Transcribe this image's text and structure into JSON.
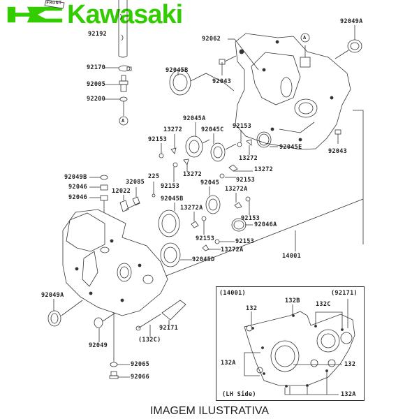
{
  "brand": {
    "name": "Kawasaki",
    "color": "#33cc00",
    "logo_icon": "kawasaki-river-mark-icon"
  },
  "caption": "IMAGEM ILUSTRATIVA",
  "front_marker": "FRONT",
  "ref_marks": {
    "a_top": "A",
    "a_left": "A"
  },
  "parts": {
    "p92192": "92192",
    "p92170": "92170",
    "p92005": "92005",
    "p92200": "92200",
    "p92062": "92062",
    "p92049A_top": "92049A",
    "p92043_left": "92043",
    "p92043_right": "92043",
    "p92045B_top": "92045B",
    "p92045A": "92045A",
    "p92045C": "92045C",
    "p92153_a": "92153",
    "p13272_a": "13272",
    "p92153_b": "92153",
    "p92045E": "92045E",
    "p13272_b": "13272",
    "p13272_c": "13272",
    "p13272_d": "13272",
    "p92153_c": "92153",
    "p92153_d": "92153",
    "p92049B": "92049B",
    "p92046_a": "92046",
    "p92046_b": "92046",
    "p32085": "32085",
    "p225": "225",
    "p12022": "12022",
    "p92045": "92045",
    "p13272A_a": "13272A",
    "p92045B_mid": "92045B",
    "p13272A_b": "13272A",
    "p92153_e": "92153",
    "p92046A": "92046A",
    "p92153_f": "92153",
    "p92153_g": "92153",
    "p13272A_c": "13272A",
    "p92045D": "92045D",
    "p14001": "14001",
    "p92049A_bot": "92049A",
    "p92049": "92049",
    "p92171": "92171",
    "p132C_paren": "(132C)",
    "p92065": "92065",
    "p92066": "92066"
  },
  "inset": {
    "title": "(14001)",
    "ref": "(92171)",
    "side": "(LH Side)",
    "l132_top": "132",
    "l132B": "132B",
    "l132C": "132C",
    "l132A_left": "132A",
    "l132_right": "132",
    "l132A_bottom": "132A"
  }
}
